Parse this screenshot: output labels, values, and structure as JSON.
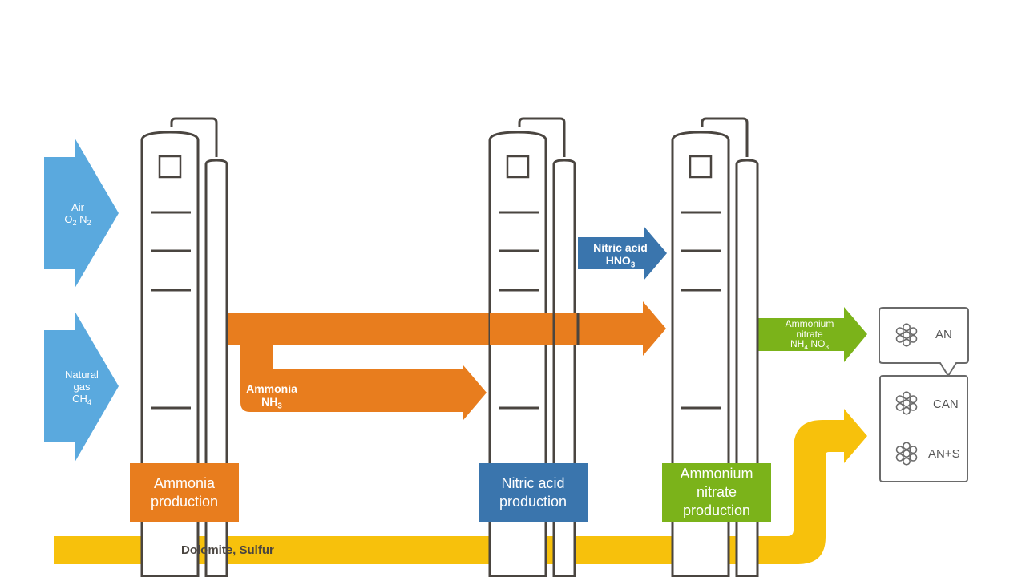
{
  "inputs": {
    "air": {
      "label": "Air",
      "formula": [
        "O",
        "2",
        " N",
        "2"
      ]
    },
    "natural_gas": {
      "lines": [
        "Natural",
        "gas"
      ],
      "formula": [
        "CH",
        "4"
      ]
    }
  },
  "flows": {
    "ammonia": {
      "label": "Ammonia",
      "formula": [
        "NH",
        "3"
      ]
    },
    "nitric_acid": {
      "label": "Nitric acid",
      "formula": [
        "HNO",
        "3"
      ]
    },
    "ammonium_nitrate": {
      "lines": [
        "Ammonium",
        "nitrate"
      ],
      "formula": [
        "NH",
        "4",
        " NO",
        "3"
      ]
    },
    "dolomite_sulfur": {
      "label": "Dolomite, Sulfur"
    }
  },
  "processes": {
    "ammonia": {
      "lines": [
        "Ammonia",
        "production"
      ]
    },
    "nitric_acid": {
      "lines": [
        "Nitric acid",
        "production"
      ]
    },
    "ammonium_nitrate": {
      "lines": [
        "Ammonium",
        "nitrate",
        "production"
      ]
    }
  },
  "products": {
    "an": "AN",
    "can": "CAN",
    "an_s": "AN+S"
  },
  "colors": {
    "input_blue": "#5aa9de",
    "orange": "#e87d1e",
    "dark_blue": "#3a75ad",
    "green": "#7bb31a",
    "yellow": "#f7c10c",
    "column_stroke": "#4a4540"
  }
}
